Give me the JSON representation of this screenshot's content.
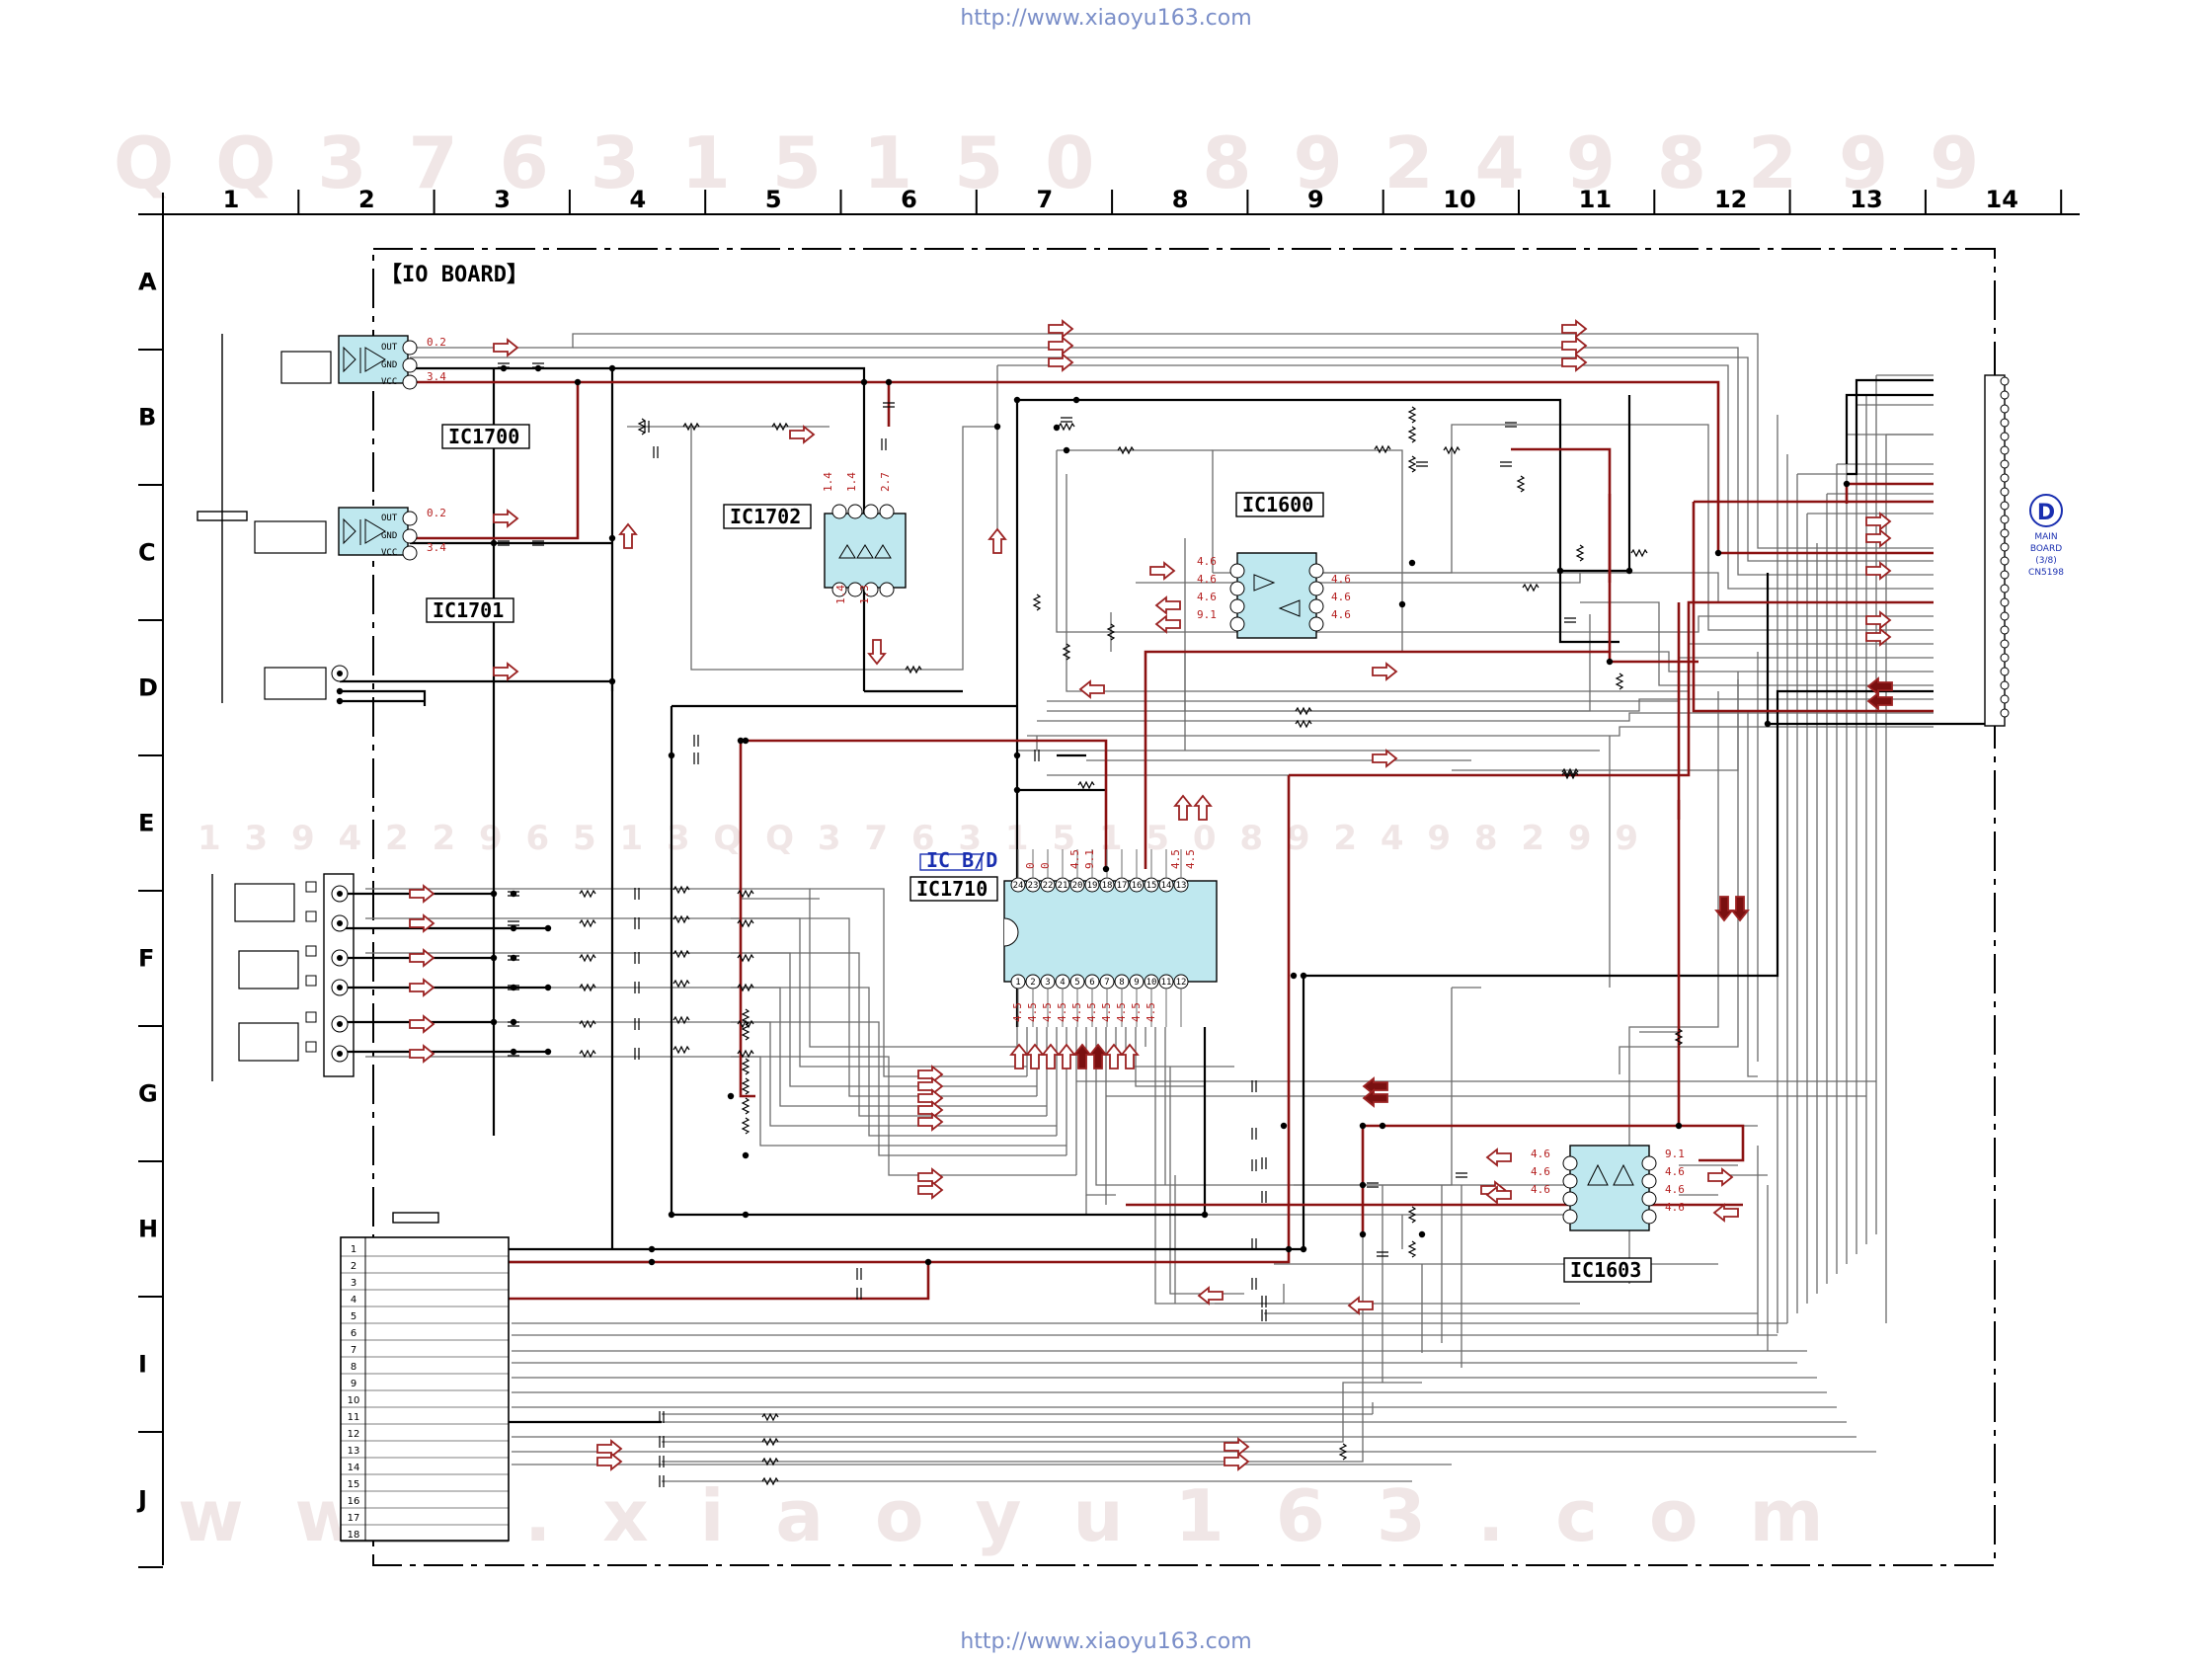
{
  "urls": {
    "top": "http://www.xiaoyu163.com",
    "bottom": "http://www.xiaoyu163.com"
  },
  "watermarks": {
    "top": "QQ376315150  892498299",
    "bottom": "www.xiaoyu163.com",
    "middle": "1 3 9 4 2 2 9 6 5 1 3   Q Q 3 7 6 3 1 5 1 5 0   8 9 2 4 9 8 2 9 9"
  },
  "board_title": "【IO BOARD】",
  "columns": [
    "1",
    "2",
    "3",
    "4",
    "5",
    "6",
    "7",
    "8",
    "9",
    "10",
    "11",
    "12",
    "13",
    "14"
  ],
  "rows": [
    "A",
    "B",
    "C",
    "D",
    "E",
    "F",
    "G",
    "H",
    "I",
    "J"
  ],
  "ics": {
    "ic1700": "IC1700",
    "ic1701": "IC1701",
    "ic1702": "IC1702",
    "ic1600": "IC1600",
    "ic1710": "IC1710",
    "ic1603": "IC1603",
    "ic1710_tag": "IC B/D"
  },
  "sensor_pins": [
    "OUT",
    "GND",
    "VCC"
  ],
  "voltages": {
    "ic1700_out": "0.2",
    "ic1700_vcc": "3.4",
    "ic1701_out": "0.2",
    "ic1701_vcc": "3.4",
    "ic1702_top": [
      "1.4",
      "1.4",
      "2.7"
    ],
    "ic1702_bottom": [
      "1.4",
      "1.3"
    ],
    "ic1600_left": [
      "4.6",
      "4.6",
      "4.6",
      "9.1"
    ],
    "ic1600_right": [
      "4.6",
      "4.6",
      "4.6"
    ],
    "ic1603_left": [
      "4.6",
      "4.6",
      "4.6"
    ],
    "ic1603_right": [
      "9.1",
      "4.6",
      "4.6",
      "4.6"
    ],
    "ic1710_top": [
      "0",
      "0",
      "4.5",
      "9.1",
      "4.5",
      "4.5"
    ],
    "ic1710_bottom": [
      "4.5",
      "4.5",
      "4.5",
      "4.5",
      "4.5",
      "4.5",
      "4.5",
      "4.5",
      "4.5",
      "4.5"
    ]
  },
  "ic1710_pins_top": [
    "24",
    "23",
    "22",
    "21",
    "20",
    "19",
    "18",
    "17",
    "16",
    "15",
    "14",
    "13"
  ],
  "ic1710_pins_bottom": [
    "1",
    "2",
    "3",
    "4",
    "5",
    "6",
    "7",
    "8",
    "9",
    "10",
    "11",
    "12"
  ],
  "main_board": {
    "letter": "D",
    "lines": [
      "MAIN",
      "BOARD",
      "(3/8)",
      "CN5198"
    ]
  },
  "connector_pins": [
    "1",
    "2",
    "3",
    "4",
    "5",
    "6",
    "7",
    "8",
    "9",
    "10",
    "11",
    "12",
    "13",
    "14",
    "15",
    "16",
    "17",
    "18"
  ]
}
